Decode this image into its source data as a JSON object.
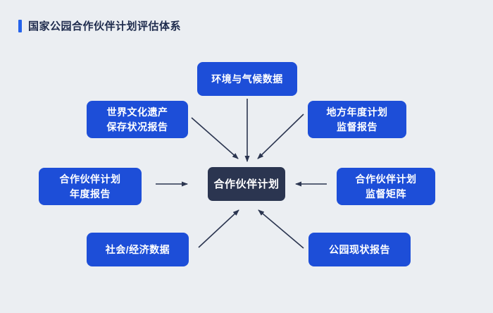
{
  "colors": {
    "background": "#EBEEF2",
    "node_blue": "#1D4ED8",
    "center_node_navy": "#2B3550",
    "accent_bar_blue": "#2563EB",
    "title_text": "#1E2B4D",
    "arrow": "#2B3550"
  },
  "header": {
    "title": "国家公园合作伙伴计划评估体系"
  },
  "diagram": {
    "center": {
      "id": "partner-program",
      "label": "合作伙伴计划"
    },
    "nodes": [
      {
        "id": "env-climate",
        "lines": [
          "环境与气候数据"
        ]
      },
      {
        "id": "world-heritage",
        "lines": [
          "世界文化遗产",
          "保存状况报告"
        ]
      },
      {
        "id": "local-annual",
        "lines": [
          "地方年度计划",
          "监督报告"
        ]
      },
      {
        "id": "partner-annual",
        "lines": [
          "合作伙伴计划",
          "年度报告"
        ]
      },
      {
        "id": "partner-matrix",
        "lines": [
          "合作伙伴计划",
          "监督矩阵"
        ]
      },
      {
        "id": "social-economic",
        "lines": [
          "社会/经济数据"
        ]
      },
      {
        "id": "park-status",
        "lines": [
          "公园现状报告"
        ]
      }
    ],
    "edges": [
      {
        "from": "env-climate",
        "to": "partner-program"
      },
      {
        "from": "world-heritage",
        "to": "partner-program"
      },
      {
        "from": "local-annual",
        "to": "partner-program"
      },
      {
        "from": "partner-annual",
        "to": "partner-program"
      },
      {
        "from": "partner-matrix",
        "to": "partner-program"
      },
      {
        "from": "social-economic",
        "to": "partner-program"
      },
      {
        "from": "park-status",
        "to": "partner-program"
      }
    ]
  }
}
